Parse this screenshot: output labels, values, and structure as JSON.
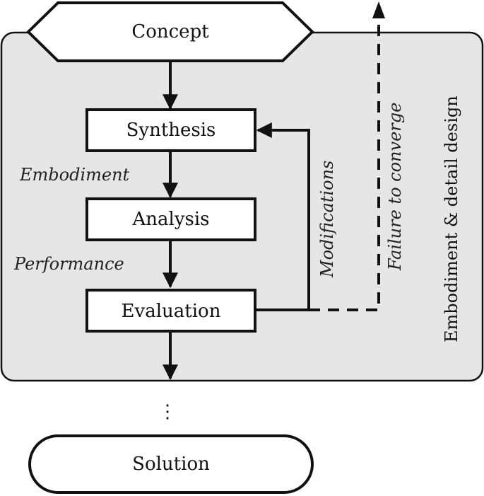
{
  "nodes": {
    "concept": "Concept",
    "synthesis": "Synthesis",
    "analysis": "Analysis",
    "evaluation": "Evaluation",
    "solution": "Solution"
  },
  "edge_labels": {
    "embodiment": "Embodiment",
    "performance": "Performance",
    "modifications": "Modifications",
    "failure": "Failure to converge"
  },
  "region_label": "Embodiment & detail design",
  "colors": {
    "region_fill": "#e6e6e6",
    "stroke": "#111111",
    "box_fill": "#ffffff"
  },
  "continuation": "⋮"
}
